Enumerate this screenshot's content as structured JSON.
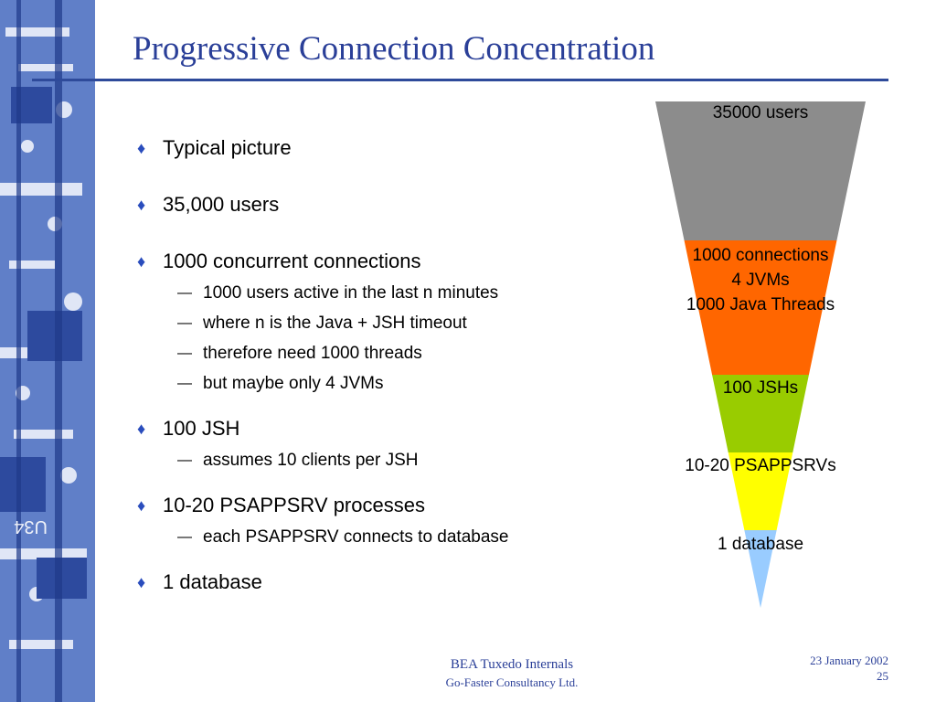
{
  "title": "Progressive Connection Concentration",
  "bullets": [
    {
      "text": "Typical picture",
      "subs": []
    },
    {
      "text": "35,000 users",
      "subs": []
    },
    {
      "text": "1000 concurrent connections",
      "subs": [
        "1000 users active in the last n minutes",
        "where n is the Java + JSH timeout",
        "therefore need 1000 threads",
        "but maybe only 4 JVMs"
      ]
    },
    {
      "text": "100 JSH",
      "subs": [
        "assumes 10 clients per JSH"
      ]
    },
    {
      "text": "10-20 PSAPPSRV processes",
      "subs": [
        "each PSAPPSRV connects to database"
      ]
    },
    {
      "text": "1 database",
      "subs": []
    }
  ],
  "bullet_icon": "diamond-bullet-icon",
  "sub_bullet_icon": "dash-icon",
  "bullet_glyph": "♦",
  "sub_bullet_glyph": "—",
  "funnel": {
    "layers": [
      {
        "labels": [
          "35000 users"
        ],
        "color": "#8c8c8c"
      },
      {
        "labels": [
          "1000 connections",
          "4 JVMs",
          "1000 Java Threads"
        ],
        "color": "#ff6600"
      },
      {
        "labels": [
          "100 JSHs"
        ],
        "color": "#99cc00"
      },
      {
        "labels": [
          "10-20 PSAPPSRVs"
        ],
        "color": "#ffff00"
      },
      {
        "labels": [
          "1 database"
        ],
        "color": "#99ccff"
      }
    ]
  },
  "footer": {
    "center_line1": "BEA Tuxedo Internals",
    "center_line2": "Go-Faster Consultancy Ltd.",
    "date": "23 January 2002",
    "page": "25"
  },
  "colors": {
    "title": "#2a3f98",
    "bullet": "#2a4dbd",
    "side_strip": "#3a5cb8"
  }
}
